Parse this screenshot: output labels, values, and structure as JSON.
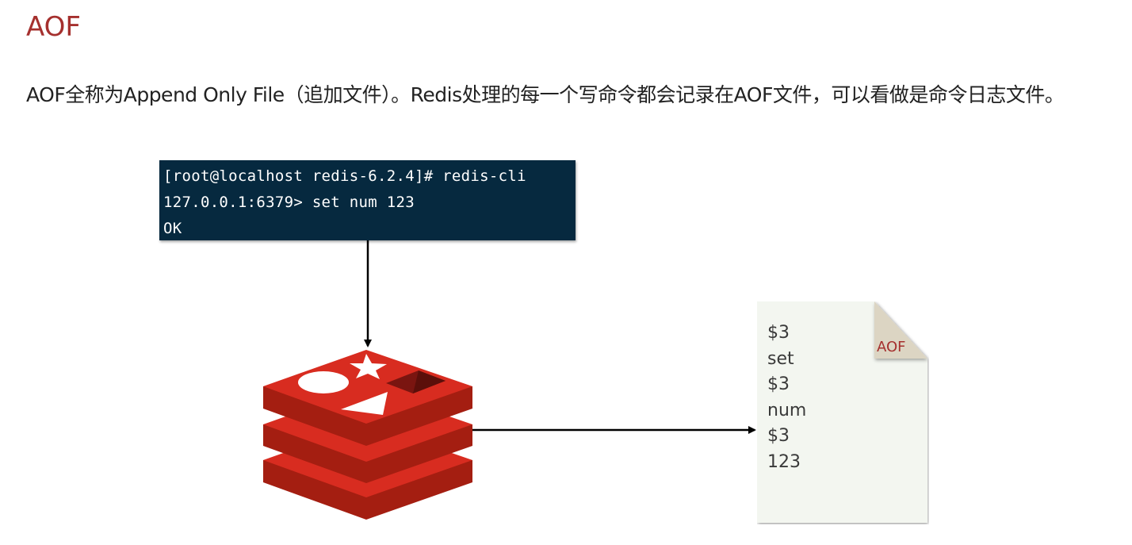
{
  "title": "AOF",
  "description": "AOF全称为Append Only File（追加文件）。Redis处理的每一个写命令都会记录在AOF文件，可以看做是命令日志文件。",
  "terminal": {
    "lines": [
      "[root@localhost redis-6.2.4]# redis-cli",
      "127.0.0.1:6379> set num 123",
      "OK"
    ]
  },
  "aof_file": {
    "label": "AOF",
    "lines": [
      "$3",
      "set",
      "$3",
      "num",
      "$3",
      "123"
    ]
  },
  "colors": {
    "title": "#a5302e",
    "terminal_bg": "#06293f",
    "redis_red": "#d82c20",
    "file_bg": "#f3f6f0",
    "fold": "#dcd5c3"
  },
  "icons": {
    "redis_logo": "redis-logo-icon",
    "file": "document-icon"
  }
}
